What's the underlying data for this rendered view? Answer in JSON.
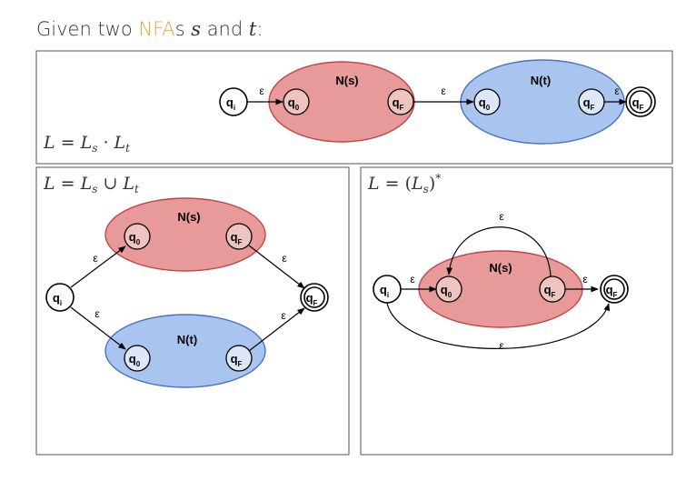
{
  "heading": {
    "prefix": "Given two ",
    "acronym": "NFA",
    "suffix": "s ",
    "var_s": "s",
    "conj": " and ",
    "var_t": "t",
    "colon": ":"
  },
  "labels": {
    "epsilon": "ε",
    "ns": "N(s)",
    "nt": "N(t)",
    "q": "q",
    "sub_i": "i",
    "sub_0": "0",
    "sub_F": "F"
  },
  "formulas": {
    "concat": {
      "L": "L",
      "eq": " = ",
      "L1": "L",
      "s": "s",
      "op": " · ",
      "L2": "L",
      "t": "t"
    },
    "union": {
      "L": "L",
      "eq": " = ",
      "L1": "L",
      "s": "s",
      "op": " ∪ ",
      "L2": "L",
      "t": "t"
    },
    "star": {
      "L": "L",
      "eq": " = (",
      "L1": "L",
      "s": "s",
      "close": ")",
      "star": "*"
    }
  },
  "colors": {
    "accent": "#e8a33d",
    "red_fill": "#e89a9a",
    "red_stroke": "#c24545",
    "blue_fill": "#a8c4ef",
    "blue_stroke": "#4a72c4"
  }
}
